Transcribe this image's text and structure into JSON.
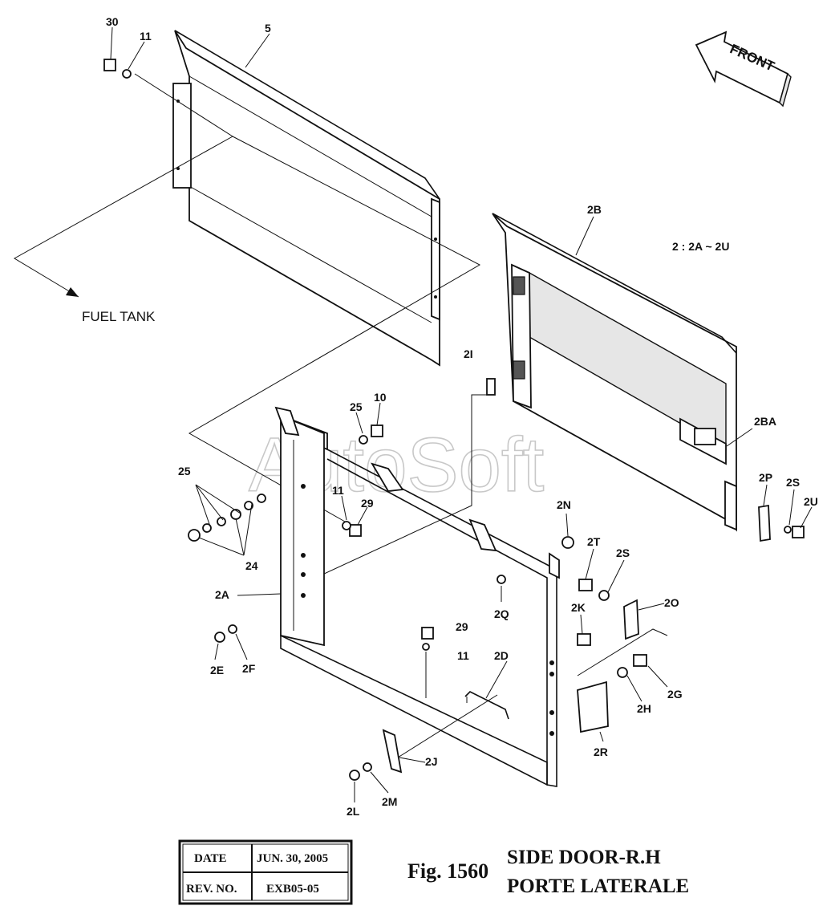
{
  "watermark": "AutoSoft",
  "front_label": "FRONT",
  "fuel_tank_label": "FUEL TANK",
  "range_note": "2 : 2A ~ 2U",
  "callouts": {
    "c30": "30",
    "c11a": "11",
    "c5": "5",
    "c2B": "2B",
    "c2I": "2I",
    "c25a": "25",
    "c10": "10",
    "c25b": "25",
    "c11b": "11",
    "c29a": "29",
    "c24": "24",
    "c2A": "2A",
    "c2E": "2E",
    "c2F": "2F",
    "c2N": "2N",
    "c2Q": "2Q",
    "c29b": "29",
    "c11c": "11",
    "c2D": "2D",
    "c2J": "2J",
    "c2L": "2L",
    "c2M": "2M",
    "c2BA": "2BA",
    "c2P": "2P",
    "c2S": "2S",
    "c2U": "2U",
    "c2T": "2T",
    "c2S2": "2S",
    "c2O": "2O",
    "c2K": "2K",
    "c2G": "2G",
    "c2H": "2H",
    "c2R": "2R"
  },
  "title_block": {
    "date_label": "DATE",
    "date_value": "JUN. 30, 2005",
    "rev_label": "REV. NO.",
    "rev_value": "EXB05-05"
  },
  "figure": {
    "number": "Fig. 1560",
    "title_en": "SIDE DOOR-R.H",
    "title_fr": "PORTE LATERALE"
  }
}
